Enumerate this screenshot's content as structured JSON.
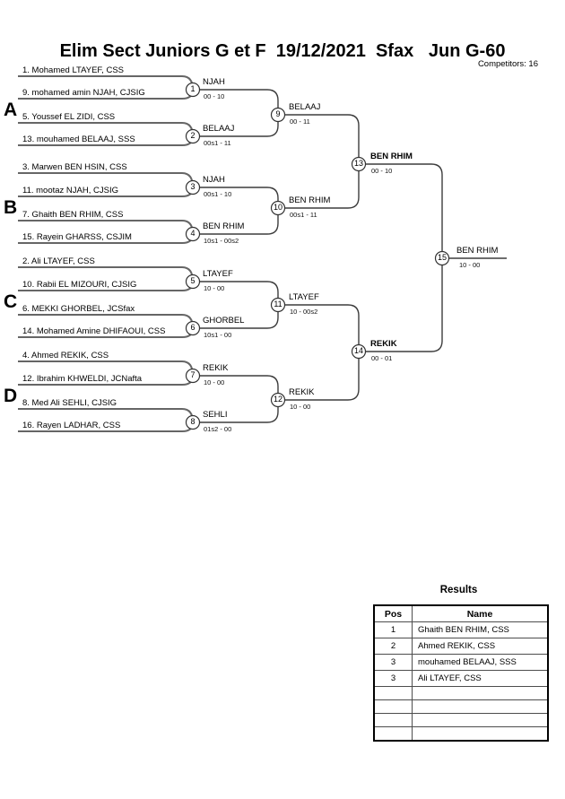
{
  "header": {
    "title": "Elim Sect Juniors G et F  19/12/2021  Sfax   Jun G-60",
    "competitors": "Competitors: 16"
  },
  "groups": [
    {
      "label": "A"
    },
    {
      "label": "B"
    },
    {
      "label": "C"
    },
    {
      "label": "D"
    }
  ],
  "competitors": [
    "1. Mohamed LTAYEF, CSS",
    "9. mohamed amin NJAH, CJSIG",
    "5. Youssef EL ZIDI, CSS",
    "13. mouhamed BELAAJ, SSS",
    "3. Marwen BEN HSIN, CSS",
    "11. mootaz NJAH, CJSIG",
    "7. Ghaith BEN RHIM, CSS",
    "15. Rayein GHARSS, CSJIM",
    "2. Ali LTAYEF, CSS",
    "10. Rabii EL MIZOURI, CJSIG",
    "6. MEKKI GHORBEL, JCSfax",
    "14. Mohamed Amine DHIFAOUI, CSS",
    "4. Ahmed REKIK, CSS",
    "12. Ibrahim KHWELDI, JCNafta",
    "8. Med Ali SEHLI, CJSIG",
    "16. Rayen LADHAR, CSS"
  ],
  "matches": [
    {
      "number": "1",
      "winner": "NJAH",
      "score": "00 - 10"
    },
    {
      "number": "2",
      "winner": "BELAAJ",
      "score": "00s1 - 11"
    },
    {
      "number": "3",
      "winner": "NJAH",
      "score": "00s1 - 10"
    },
    {
      "number": "4",
      "winner": "BEN RHIM",
      "score": "10s1 - 00s2"
    },
    {
      "number": "5",
      "winner": "LTAYEF",
      "score": "10 - 00"
    },
    {
      "number": "6",
      "winner": "GHORBEL",
      "score": "10s1 - 00"
    },
    {
      "number": "7",
      "winner": "REKIK",
      "score": "10 - 00"
    },
    {
      "number": "8",
      "winner": "SEHLI",
      "score": "01s2 - 00"
    },
    {
      "number": "9",
      "winner": "BELAAJ",
      "score": "00 - 11"
    },
    {
      "number": "10",
      "winner": "BEN RHIM",
      "score": "00s1 - 11"
    },
    {
      "number": "11",
      "winner": "LTAYEF",
      "score": "10 - 00s2"
    },
    {
      "number": "12",
      "winner": "REKIK",
      "score": "10 - 00"
    },
    {
      "number": "13",
      "winner": "BEN RHIM",
      "score": "00 - 10"
    },
    {
      "number": "14",
      "winner": "REKIK",
      "score": "00 - 01"
    },
    {
      "number": "15",
      "winner": "BEN RHIM",
      "score": "10 - 00"
    }
  ],
  "results": {
    "title": "Results",
    "columns": [
      "Pos",
      "Name"
    ],
    "rows": [
      {
        "pos": "1",
        "name": "Ghaith BEN RHIM, CSS"
      },
      {
        "pos": "2",
        "name": "Ahmed REKIK, CSS"
      },
      {
        "pos": "3",
        "name": "mouhamed BELAAJ, SSS"
      },
      {
        "pos": "3",
        "name": "Ali LTAYEF, CSS"
      },
      {
        "pos": "",
        "name": ""
      },
      {
        "pos": "",
        "name": ""
      },
      {
        "pos": "",
        "name": ""
      },
      {
        "pos": "",
        "name": ""
      }
    ]
  }
}
